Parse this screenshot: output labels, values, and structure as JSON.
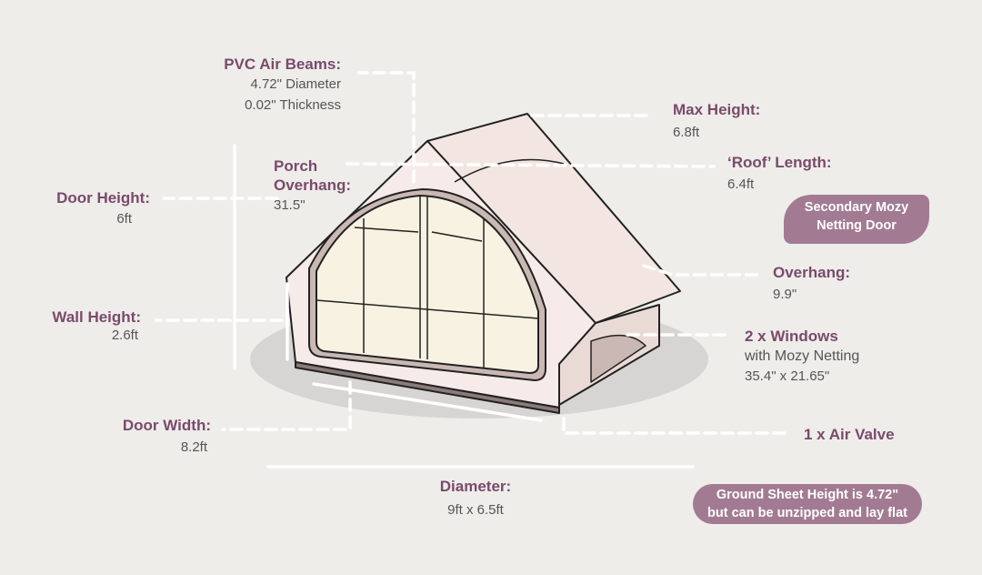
{
  "labels": {
    "pvc": {
      "title": "PVC Air Beams:",
      "line1": "4.72\" Diameter",
      "line2": "0.02\" Thickness"
    },
    "max_height": {
      "title": "Max Height:",
      "value": "6.8ft"
    },
    "porch": {
      "title1": "Porch",
      "title2": "Overhang:",
      "value": "31.5\""
    },
    "roof_length": {
      "title": "‘Roof’ Length:",
      "value": "6.4ft"
    },
    "door_height": {
      "title": "Door Height:",
      "value": "6ft"
    },
    "overhang": {
      "title": "Overhang:",
      "value": "9.9\""
    },
    "wall_height": {
      "title": "Wall Height:",
      "value": "2.6ft"
    },
    "windows": {
      "title": "2 x Windows",
      "line1": "with Mozy Netting",
      "line2": "35.4\" x 21.65\""
    },
    "door_width": {
      "title": "Door Width:",
      "value": "8.2ft"
    },
    "air_valve": {
      "title": "1 x Air Valve"
    },
    "diameter": {
      "title": "Diameter:",
      "value": "9ft x 6.5ft"
    }
  },
  "badges": {
    "secondary_door": {
      "line1": "Secondary Mozy",
      "line2": "Netting Door"
    },
    "ground_sheet": {
      "line1": "Ground Sheet Height is 4.72\"",
      "line2": "but can be unzipped and lay flat"
    }
  },
  "colors": {
    "background": "#eeede9",
    "accent": "#7a4a6c",
    "badge": "#a27b93",
    "tent": "#f3e6e2"
  }
}
